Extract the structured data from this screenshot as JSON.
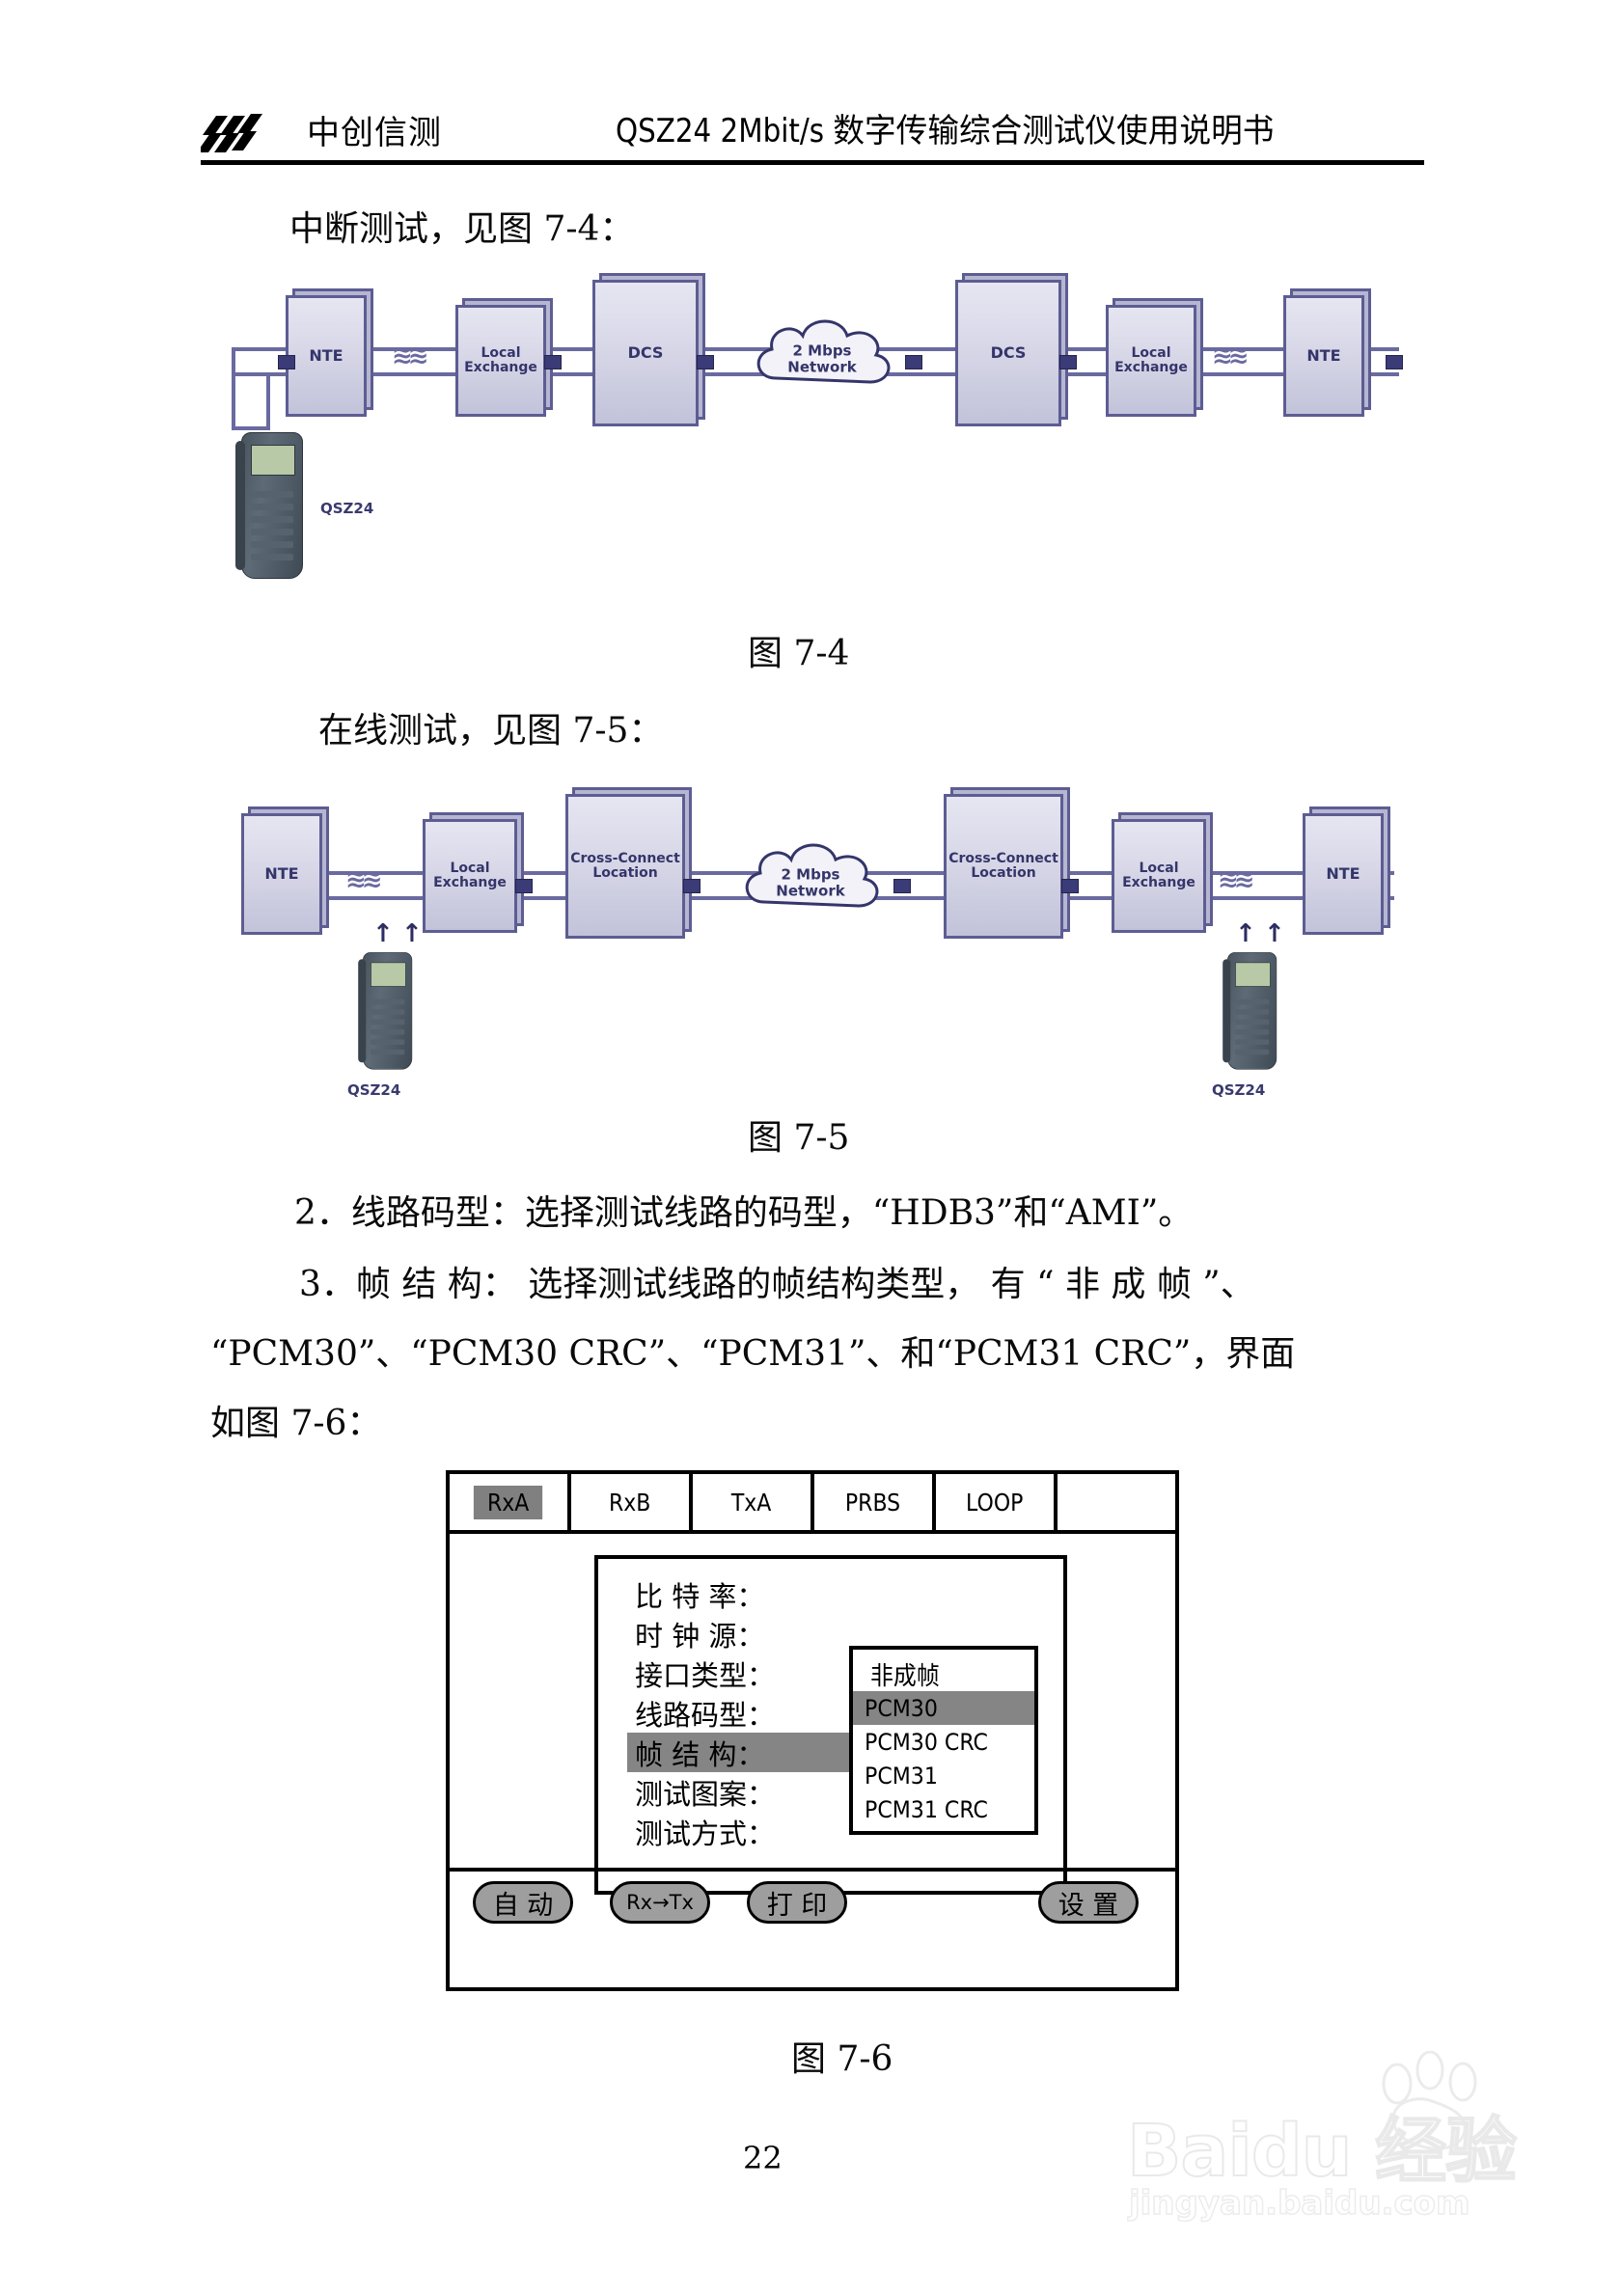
{
  "header": {
    "brand": "中创信测",
    "title": "QSZ24  2Mbit/s 数字传输综合测试仪使用说明书",
    "logo_icon": "slash-stripes-logo-icon"
  },
  "body": {
    "para_interrupt": "中断测试，见图 7-4：",
    "para_online": "在线测试，见图 7-5：",
    "para_2": "2．线路码型：选择测试线路的码型，“HDB3”和“AMI”。",
    "para_3_line1": "3．帧 结 构： 选择测试线路的帧结构类型， 有 “ 非 成 帧 ”、",
    "para_3_line2": "“PCM30”、“PCM30 CRC”、“PCM31”、和“PCM31 CRC”，界面",
    "para_3_line3": "如图 7-6："
  },
  "figures": {
    "cap_74": "图 7-4",
    "cap_75": "图 7-5",
    "cap_76": "图 7-6"
  },
  "diagram_74": {
    "nodes": [
      "NTE",
      "Local Exchange",
      "DCS",
      "2 Mbps Network",
      "DCS",
      "Local Exchange",
      "NTE"
    ],
    "cloud_line1": "2 Mbps",
    "cloud_line2": "Network",
    "device_label": "QSZ24"
  },
  "diagram_75": {
    "nodes": [
      "NTE",
      "Local Exchange",
      "Cross-Connect Location",
      "2 Mbps Network",
      "Cross-Connect Location",
      "Local Exchange",
      "NTE"
    ],
    "cloud_line1": "2 Mbps",
    "cloud_line2": "Network",
    "device_label_left": "QSZ24",
    "device_label_right": "QSZ24"
  },
  "lcd": {
    "tabs": [
      {
        "label": "RxA",
        "selected": true
      },
      {
        "label": "RxB",
        "selected": false
      },
      {
        "label": "TxA",
        "selected": false
      },
      {
        "label": "PRBS",
        "selected": false
      },
      {
        "label": "LOOP",
        "selected": false
      },
      {
        "label": "",
        "selected": false
      }
    ],
    "menu": [
      {
        "label": "比 特 率：",
        "selected": false
      },
      {
        "label": "时 钟 源：",
        "selected": false
      },
      {
        "label": "接口类型：",
        "selected": false
      },
      {
        "label": "线路码型：",
        "selected": false
      },
      {
        "label": "帧 结 构：",
        "selected": true
      },
      {
        "label": "测试图案：",
        "selected": false
      },
      {
        "label": "测试方式：",
        "selected": false
      }
    ],
    "dropdown": [
      {
        "label": "非成帧",
        "selected": false
      },
      {
        "label": "PCM30",
        "selected": true
      },
      {
        "label": "PCM30  CRC",
        "selected": false
      },
      {
        "label": "PCM31",
        "selected": false
      },
      {
        "label": "PCM31  CRC",
        "selected": false
      }
    ],
    "buttons": [
      {
        "label": "自 动"
      },
      {
        "label": "Rx→Tx"
      },
      {
        "label": "打 印"
      },
      {
        "label": "设 置"
      }
    ]
  },
  "footer": {
    "page_number": "22"
  },
  "watermark": {
    "brand": "Baidu 经验",
    "url": "jingyan.baidu.com",
    "paw_icon": "paw-print-icon"
  },
  "colors": {
    "node_fill": "#d2d2e4",
    "node_border": "#5d5d93",
    "wire": "#6a6aa0",
    "highlight": "#858585"
  }
}
